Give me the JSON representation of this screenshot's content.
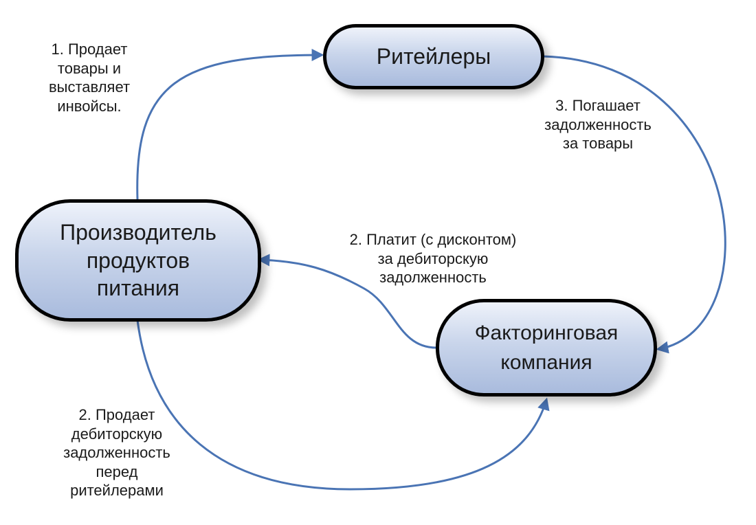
{
  "nodes": {
    "retailers": "Ритейлеры",
    "producer": "Производитель\nпродуктов\nпитания",
    "factoring": "Факторинговая\nкомпания"
  },
  "edges": {
    "sells_goods": "1. Продает\nтовары и\nвыставляет\nинвойсы.",
    "pays_debt": "3. Погашает\nзадолженность\nза товары",
    "pays_discount": "2. Платит (с дисконтом)\nза дебиторскую\nзадолженность",
    "sells_receivables": "2. Продает\nдебиторскую\nзадолженность\nперед\nритейлерами"
  },
  "colors": {
    "arrow": "#4a74b4",
    "node_border": "#000000",
    "node_fill_top": "#eef2fa",
    "node_fill_bottom": "#a9bbdd"
  }
}
